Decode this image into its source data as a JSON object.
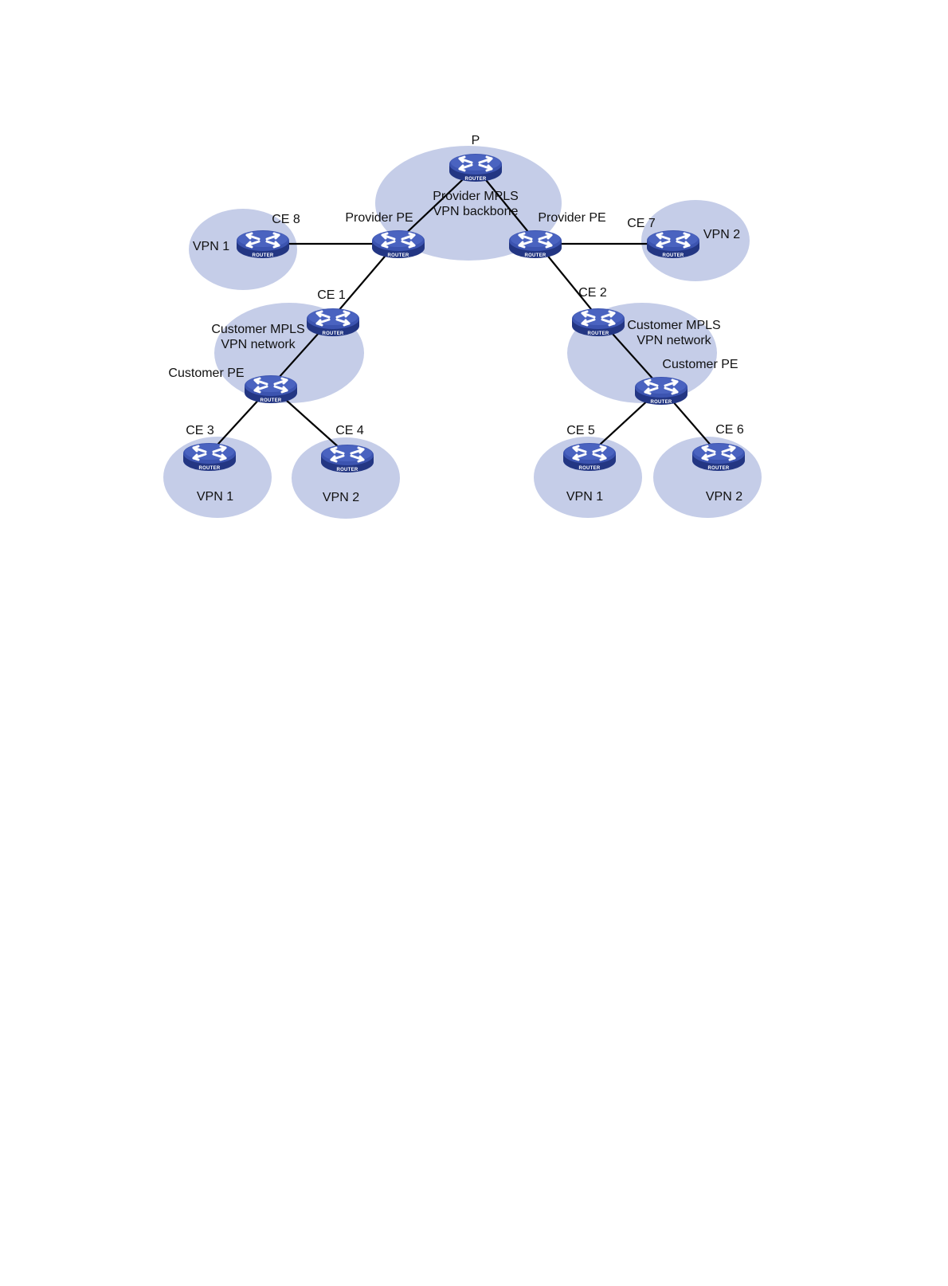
{
  "colors": {
    "cloud": "#c5cde8",
    "router_top": "#3c54b0",
    "router_top_light": "#5a73cc",
    "router_side": "#233683",
    "link": "#000000"
  },
  "router_badge_text": "ROUTER",
  "labels": {
    "p": "P",
    "backbone_line1": "Provider MPLS",
    "backbone_line2": "VPN backbone",
    "provider_pe_left": "Provider PE",
    "provider_pe_right": "Provider PE",
    "ce8": "CE 8",
    "ce7": "CE 7",
    "ce1": "CE 1",
    "ce2": "CE 2",
    "ce3": "CE 3",
    "ce4": "CE 4",
    "ce5": "CE 5",
    "ce6": "CE 6",
    "vpn1_top_left": "VPN 1",
    "vpn2_top_right": "VPN 2",
    "customer_mpls_left_line1": "Customer MPLS",
    "customer_mpls_left_line2": "VPN network",
    "customer_mpls_right_line1": "Customer MPLS",
    "customer_mpls_right_line2": "VPN network",
    "customer_pe_left": "Customer PE",
    "customer_pe_right": "Customer PE",
    "vpn1_bottom_ce3": "VPN 1",
    "vpn2_bottom_ce4": "VPN 2",
    "vpn1_bottom_ce5": "VPN 1",
    "vpn2_bottom_ce6": "VPN 2"
  }
}
